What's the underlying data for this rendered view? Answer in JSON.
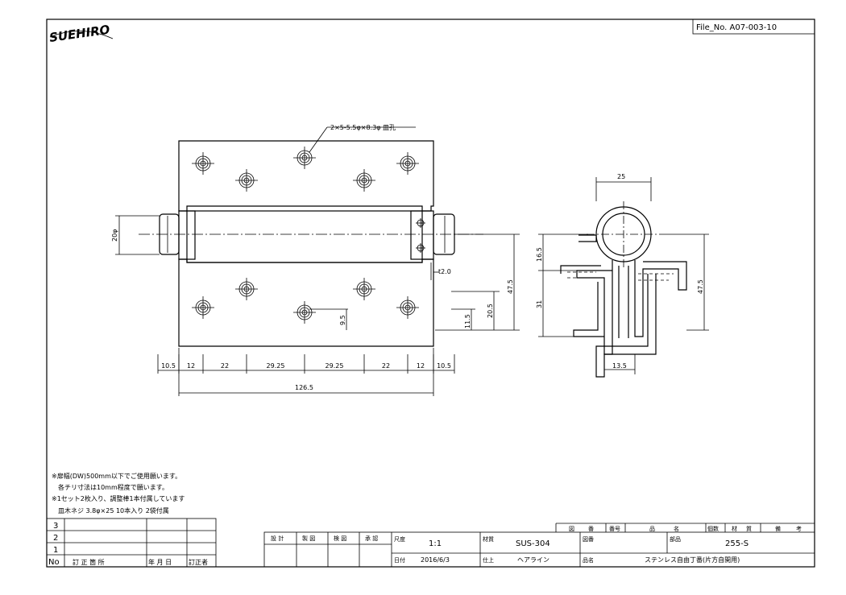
{
  "header": {
    "logo": "SUEHIRO",
    "file_no": "File_No. A07-003-10"
  },
  "drawing": {
    "hole_callout": "2×5-5.5φ×8.3φ 皿孔",
    "pin_dia": "20φ",
    "plate_thickness": "t2.0",
    "dim_47_5_left": "47.5",
    "dim_20_5": "20.5",
    "dim_11_5": "11.5",
    "dim_9_5": "9.5",
    "bottom_dims": [
      "10.5",
      "12",
      "22",
      "29.25",
      "29.25",
      "22",
      "12",
      "10.5"
    ],
    "overall_width": "126.5",
    "side_top": "25",
    "side_16_5": "16.5",
    "side_31": "31",
    "side_47_5": "47.5",
    "side_13_5": "13.5"
  },
  "notes": [
    "※扉幅(DW)500mm以下でご使用願います。",
    "各チリ寸法は10mm程度で願います。",
    "※1セット2枚入り、調整棒1本付属しています",
    "皿木ネジ 3.8φ×25 10本入り 2袋付属"
  ],
  "revision_table": {
    "rows": [
      "3",
      "2",
      "1"
    ],
    "header": [
      "No",
      "訂 正 箇 所",
      "年 月 日",
      "訂正者"
    ]
  },
  "approval": [
    "設 計",
    "製 図",
    "検 図",
    "承 認"
  ],
  "title_block": {
    "scale_label": "尺度",
    "scale": "1:1",
    "material_label": "材質",
    "material": "SUS-304",
    "drawing_no_label": "図番",
    "part_no_label": "部品",
    "part_no": "255-S",
    "date_label": "日付",
    "date": "2016/6/3",
    "finish_label": "仕上",
    "finish": "ヘアライン",
    "name_label": "品名",
    "name": "ステンレス自由丁番(片方自開用)"
  },
  "parts_header": [
    "図",
    "番",
    "番号",
    "品",
    "名",
    "個数",
    "材",
    "質",
    "備",
    "考"
  ]
}
